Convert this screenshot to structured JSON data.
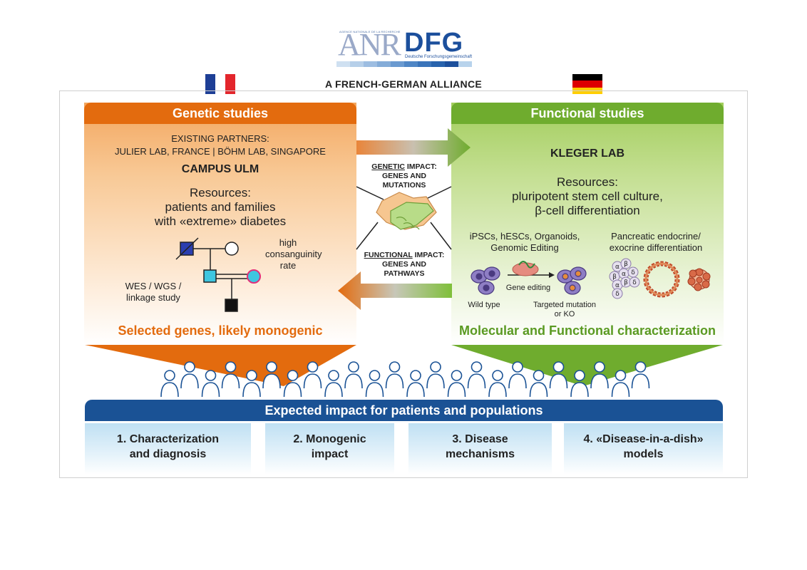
{
  "logo": {
    "anr_small_text": "AGENCE NATIONALE DE LA RECHERCHE",
    "anr": "ANR",
    "dfg": "DFG",
    "dfg_subtitle": "Deutsche Forschungsgemeinschaft"
  },
  "alliance": "A FRENCH-GERMAN ALLIANCE",
  "colors": {
    "orange": "#e36b0e",
    "green": "#6fac2e",
    "blue": "#1a5295",
    "france": [
      "#1e3f96",
      "#ffffff",
      "#e3262c"
    ],
    "germany": [
      "#000000",
      "#dd0000",
      "#ffce00"
    ]
  },
  "left": {
    "header": "Genetic studies",
    "existing_partners_label": "EXISTING PARTNERS:",
    "existing_partners": "JULIER LAB, FRANCE | BÖHM LAB, SINGAPORE",
    "lab": "CAMPUS ULM",
    "resources_label": "Resources:",
    "resources_line1": "patients and families",
    "resources_line2": "with «extreme» diabetes",
    "consanguinity_line1": "high",
    "consanguinity_line2": "consanguinity",
    "consanguinity_line3": "rate",
    "methods_line1": "WES / WGS /",
    "methods_line2": "linkage study",
    "result": "Selected genes, likely monogenic"
  },
  "right": {
    "header": "Functional studies",
    "lab": "KLEGER LAB",
    "resources_label": "Resources:",
    "resources_line1": "pluripotent stem cell culture,",
    "resources_line2": "β-cell differentiation",
    "methods_left_line1": "iPSCs, hESCs, Organoids,",
    "methods_left_line2": "Genomic Editing",
    "methods_right_line1": "Pancreatic endocrine/",
    "methods_right_line2": "exocrine differentiation",
    "gene_editing": "Gene editing",
    "wild_type": "Wild type",
    "targeted_line1": "Targeted mutation",
    "targeted_line2": "or KO",
    "cell_labels": [
      "α",
      "β",
      "β",
      "α",
      "δ",
      "α",
      "β",
      "δ",
      "δ"
    ],
    "result": "Molecular and Functional characterization"
  },
  "middle": {
    "genetic_word": "GENETIC",
    "genetic_rest": " IMPACT:",
    "genetic_line2": "GENES AND",
    "genetic_line3": "MUTATIONS",
    "functional_word": "FUNCTIONAL",
    "functional_rest": " IMPACT:",
    "functional_line2": "GENES AND",
    "functional_line3": "PATHWAYS"
  },
  "impact": {
    "header": "Expected impact for patients and populations",
    "items": [
      {
        "line1": "1. Characterization",
        "line2": "and diagnosis"
      },
      {
        "line1": "2. Monogenic",
        "line2": "impact"
      },
      {
        "line1": "3. Disease",
        "line2": "mechanisms"
      },
      {
        "line1": "4. «Disease-in-a-dish»",
        "line2": "models"
      }
    ]
  }
}
